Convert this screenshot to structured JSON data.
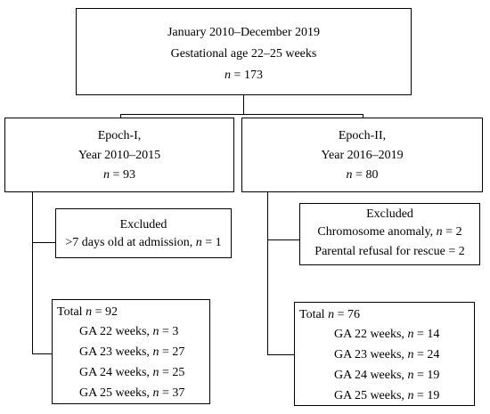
{
  "top": {
    "line1": "January 2010–December 2019",
    "line2": "Gestational age 22–25 weeks",
    "count": "n = 173",
    "n_symbol": "n",
    "n_value": " = 173"
  },
  "epoch1": {
    "line1": "Epoch-I,",
    "line2": "Year 2010–2015",
    "n_symbol": "n",
    "n_value": " = 93",
    "excluded": {
      "title": "Excluded",
      "reason_text": ">7 days old at admission, ",
      "reason_n": "n",
      "reason_value": " = 1"
    },
    "total": {
      "label": "Total ",
      "n_symbol": "n",
      "n_value": " = 92",
      "items": [
        {
          "label": "GA 22 weeks, ",
          "n": "n",
          "value": " = 3"
        },
        {
          "label": "GA 23 weeks, ",
          "n": "n",
          "value": " = 27"
        },
        {
          "label": "GA 24 weeks, ",
          "n": "n",
          "value": " = 25"
        },
        {
          "label": "GA 25 weeks, ",
          "n": "n",
          "value": " = 37"
        }
      ]
    }
  },
  "epoch2": {
    "line1": "Epoch-II,",
    "line2": "Year 2016–2019",
    "n_symbol": "n",
    "n_value": " = 80",
    "excluded": {
      "title": "Excluded",
      "reason1_text": "Chromosome anomaly, ",
      "reason1_n": "n",
      "reason1_value": " = 2",
      "reason2_text": "Parental refusal for rescue = 2"
    },
    "total": {
      "label": "Total ",
      "n_symbol": "n",
      "n_value": " = 76",
      "items": [
        {
          "label": "GA 22 weeks, ",
          "n": "n",
          "value": " = 14"
        },
        {
          "label": "GA 23 weeks, ",
          "n": "n",
          "value": " = 24"
        },
        {
          "label": "GA 24 weeks, ",
          "n": "n",
          "value": " = 19"
        },
        {
          "label": "GA 25 weeks, ",
          "n": "n",
          "value": " = 19"
        }
      ]
    }
  }
}
